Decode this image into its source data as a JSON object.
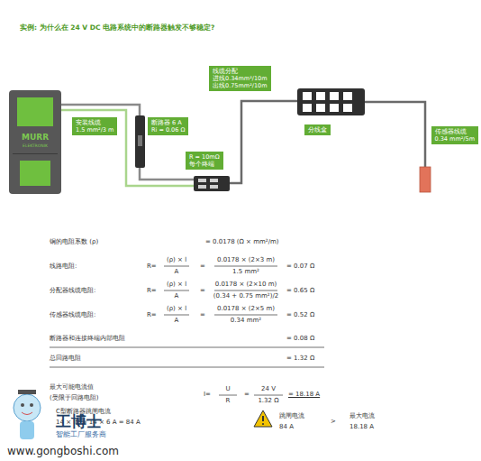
{
  "diagram": {
    "title": "实例: 为什么在 24 V DC 电路系统中的断路器触发不够稳定?",
    "nodes": [
      {
        "text": [
          "MURR",
          "ELEKTRONIK"
        ]
      },
      {
        "text": [
          "安装线缆",
          "1.5 mm²/3 m"
        ]
      },
      {
        "text": [
          "断路器 6 A",
          "Ri = 0.06 Ω"
        ]
      },
      {
        "text": [
          "R = 10mΩ",
          "每个终端"
        ]
      },
      {
        "text": [
          "线缆分配",
          "进线0.34mm²/10m",
          "出线0.75mm²/10m"
        ]
      },
      {
        "text": [
          "分线盒"
        ]
      },
      {
        "text": [
          "传感器线缆",
          "0.34 mm²/5m"
        ]
      }
    ],
    "labels": [
      "铜的电阻系数 (ρ)",
      "= 0.0178 (Ω × mm²/m)",
      "线路电阻:",
      "R=",
      "(ρ) × l",
      "A",
      "=",
      "0.0178 × (2×3 m)",
      "1.5 mm²",
      "= 0.07 Ω",
      "分配器线缆电阻:",
      "R=",
      "(ρ) × l",
      "A",
      "=",
      "0.0178 × (2×10 m)",
      "(0.34 + 0.75 mm²)/2",
      "= 0.65 Ω",
      "传感器线缆电阻:",
      "R=",
      "(ρ) × l",
      "A",
      "=",
      "0.0178 × (2×5 m)",
      "0.34 mm²",
      "= 0.52 Ω",
      "断路器和连接终端内部电阻",
      "= 0.08 Ω",
      "总回路电阻",
      "= 1.32 Ω",
      "最大可能电流值",
      "(受限于回路电阻)",
      "I=",
      "U",
      "R",
      "=",
      "24 V",
      "1.32 Ω",
      "= 18.18 A",
      "C型断路器跳闸电流",
      "14 × IN = 14 × 6 A = 84 A",
      "跳闸电流",
      "84 A",
      ">",
      "最大电流",
      "18.18 A",
      "工博士",
      "智能工厂服务商",
      "www.gongboshi.com"
    ]
  }
}
